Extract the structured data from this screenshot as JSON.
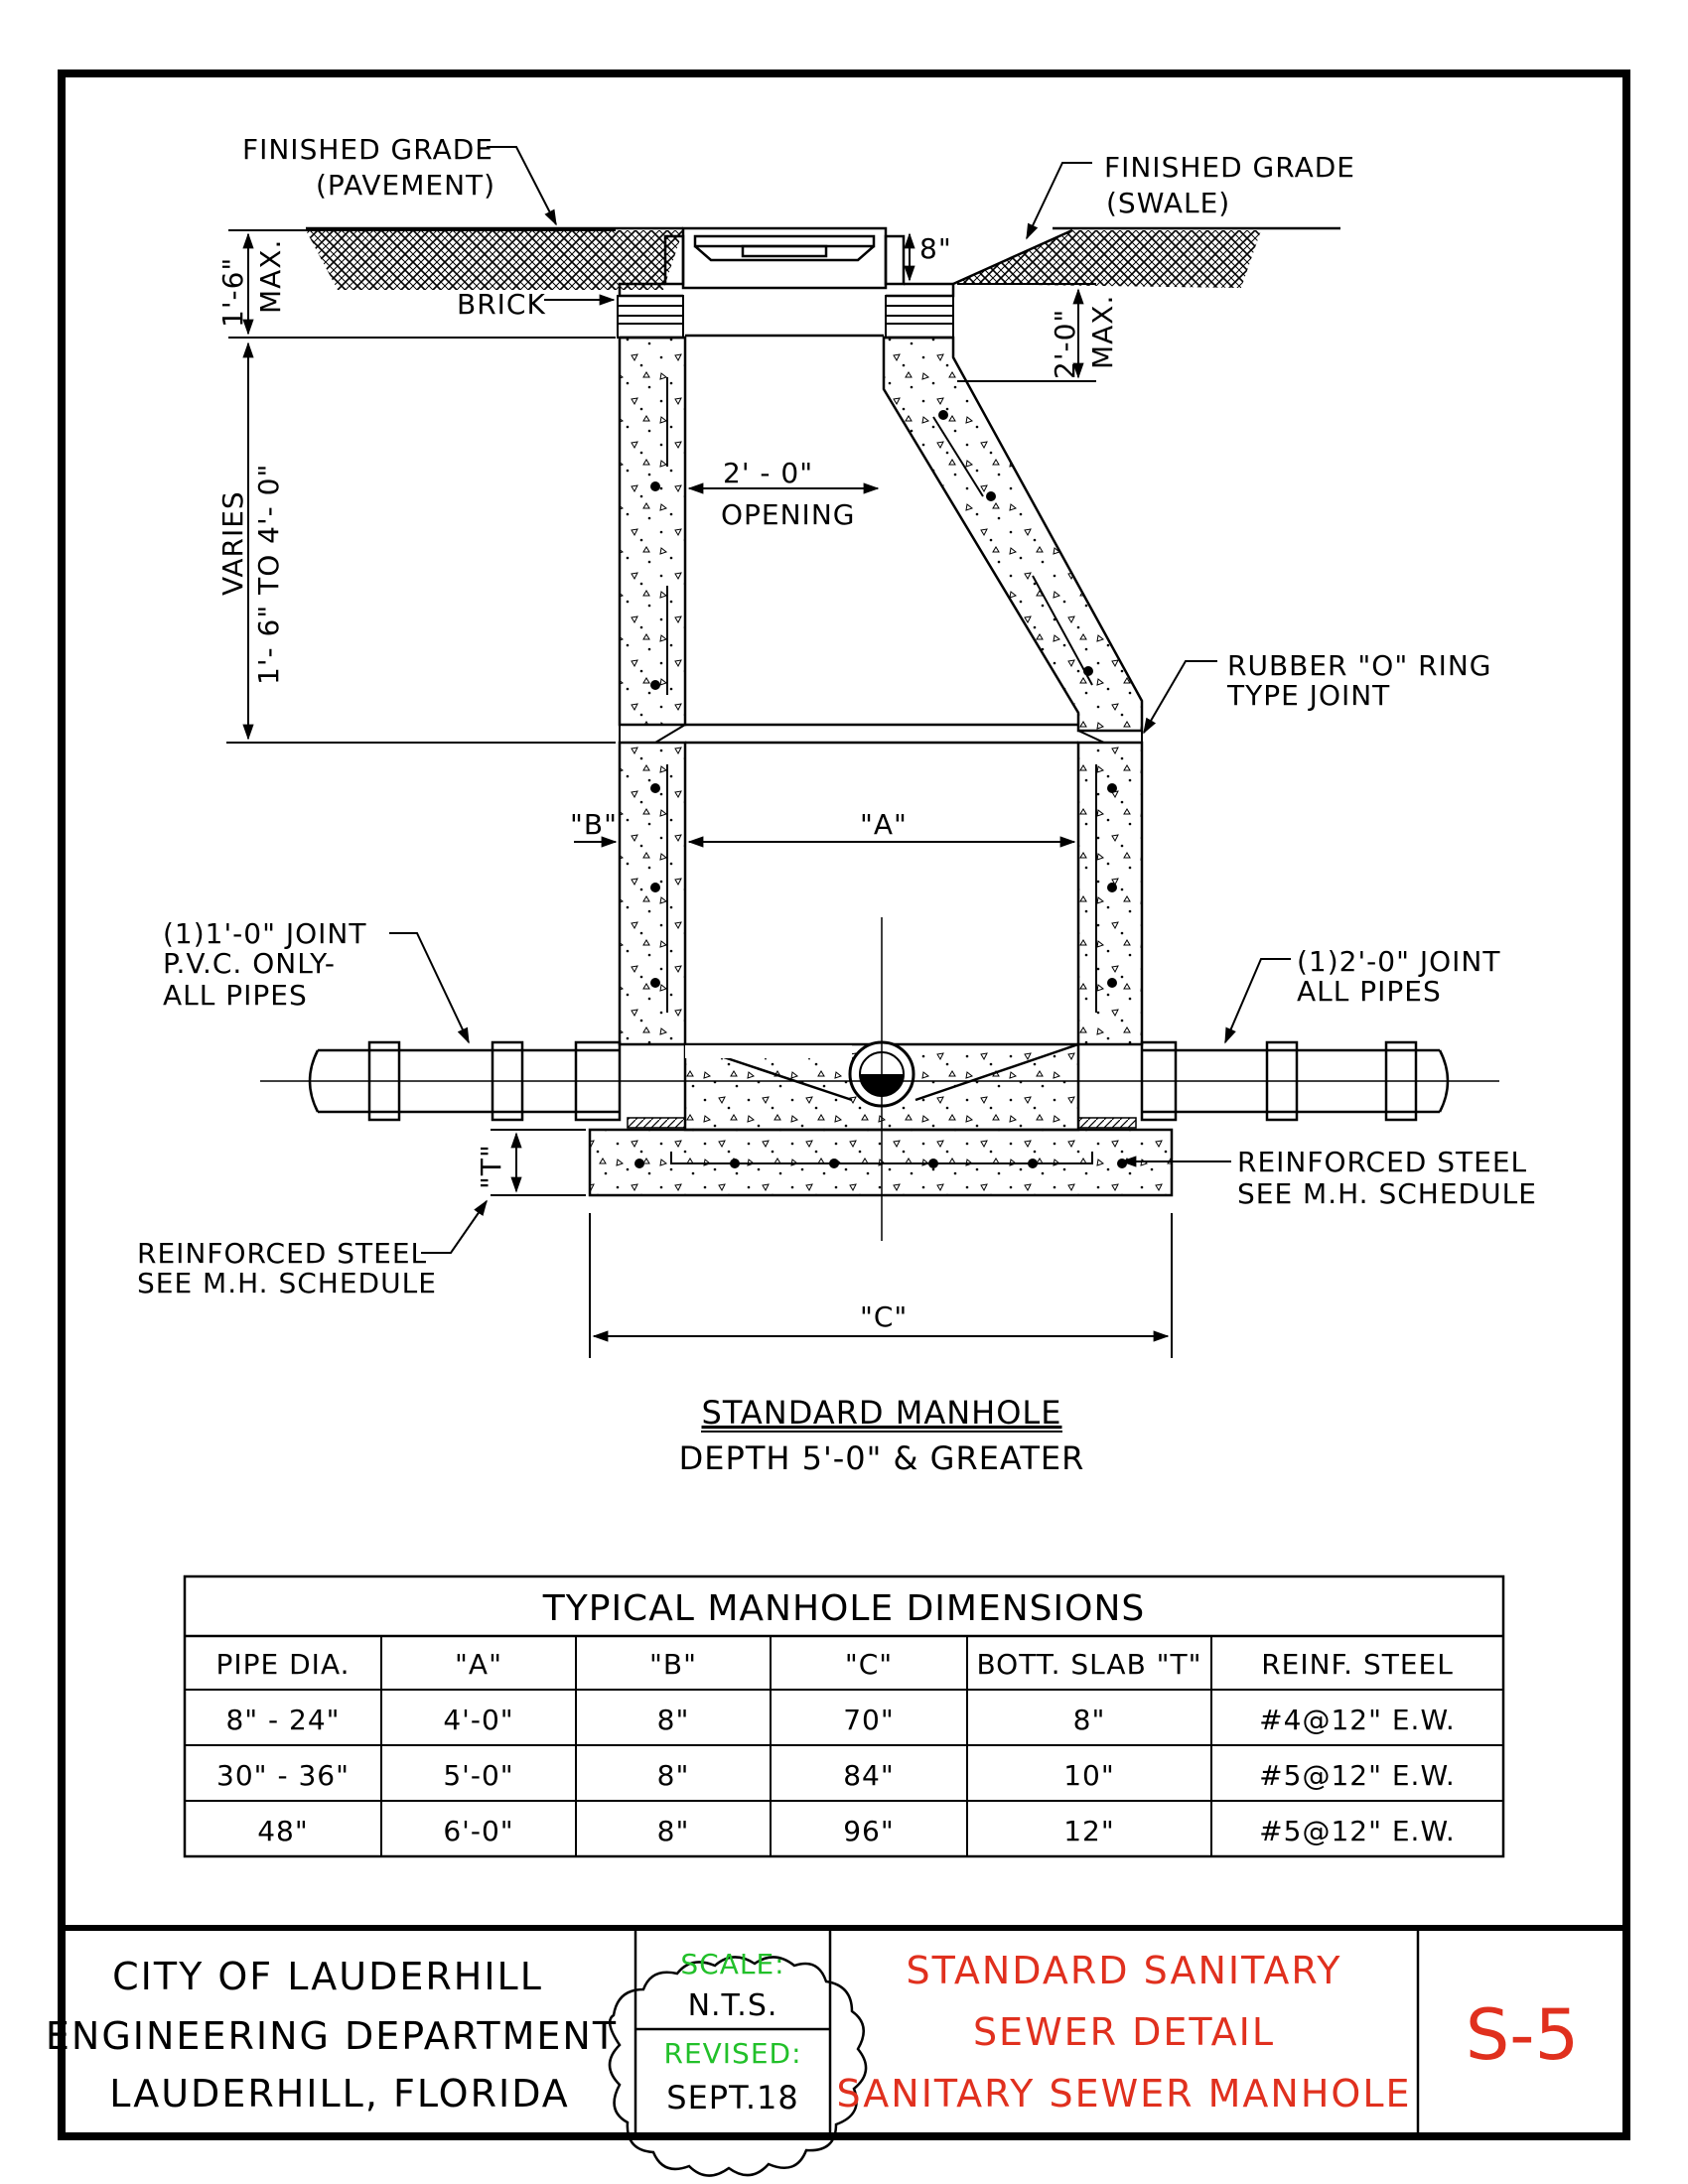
{
  "drawing": {
    "labels": {
      "finished_grade_pavement_1": "FINISHED  GRADE",
      "finished_grade_pavement_2": "(PAVEMENT)",
      "finished_grade_swale_1": "FINISHED  GRADE",
      "finished_grade_swale_2": "(SWALE)",
      "brick": "BRICK",
      "dim_1_6": "1'-6\"",
      "max_left": "MAX.",
      "dim_8": "8\"",
      "dim_2_0": "2'-0\"",
      "max_right": "MAX.",
      "varies_1": "VARIES",
      "varies_2": "1'- 6\" TO 4'- 0\"",
      "opening_dim": "2'  -  0\"",
      "opening": "OPENING",
      "rubber_ring_1": "RUBBER  \"O\"  RING",
      "rubber_ring_2": "TYPE  JOINT",
      "dim_b": "\"B\"",
      "dim_a": "\"A\"",
      "joint_left_1": "(1)1'-0\"  JOINT",
      "joint_left_2": "P.V.C.  ONLY-",
      "joint_left_3": "ALL  PIPES",
      "joint_right_1": "(1)2'-0\"  JOINT",
      "joint_right_2": "ALL  PIPES",
      "dim_t": "\"T\"",
      "reinf_right_1": "REINFORCED  STEEL",
      "reinf_right_2": "SEE  M.H.  SCHEDULE",
      "reinf_left_1": "REINFORCED  STEEL",
      "reinf_left_2": "SEE  M.H.  SCHEDULE",
      "dim_c": "\"C\""
    },
    "title_1": "STANDARD  MANHOLE",
    "title_2": "DEPTH  5'-0\"  &  GREATER"
  },
  "table": {
    "title": "TYPICAL  MANHOLE  DIMENSIONS",
    "headers": [
      "PIPE  DIA.",
      "\"A\"",
      "\"B\"",
      "\"C\"",
      "BOTT.  SLAB  \"T\"",
      "REINF.  STEEL"
    ],
    "rows": [
      [
        "8\"  -  24\"",
        "4'-0\"",
        "8\"",
        "70\"",
        "8\"",
        "#4@12\"  E.W."
      ],
      [
        "30\"  -  36\"",
        "5'-0\"",
        "8\"",
        "84\"",
        "10\"",
        "#5@12\"  E.W."
      ],
      [
        "48\"",
        "6'-0\"",
        "8\"",
        "96\"",
        "12\"",
        "#5@12\"  E.W."
      ]
    ]
  },
  "title_block": {
    "org_1": "CITY  OF  LAUDERHILL",
    "org_2": "ENGINEERING  DEPARTMENT",
    "org_3": "LAUDERHILL,  FLORIDA",
    "scale_label": "SCALE:",
    "scale_value": "N.T.S.",
    "revised_label": "REVISED:",
    "revised_value": "SEPT.18",
    "title_1": "STANDARD  SANITARY",
    "title_2": "SEWER  DETAIL",
    "title_3": "SANITARY  SEWER  MANHOLE",
    "sheet_no": "S-5"
  },
  "colors": {
    "line": "#000000",
    "title_red": "#e0301e",
    "label_green": "#22c02a"
  }
}
